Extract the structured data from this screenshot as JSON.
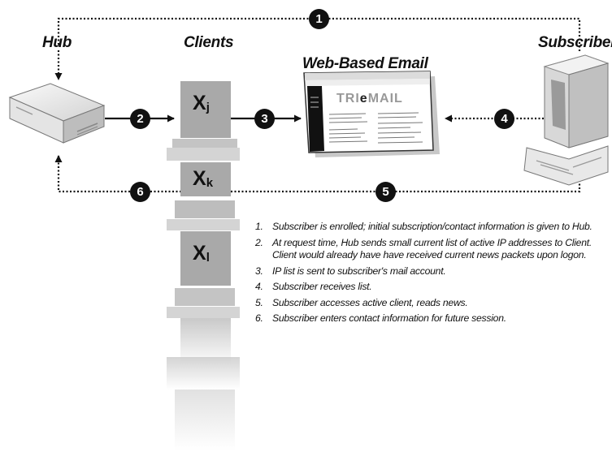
{
  "labels": {
    "hub": "Hub",
    "clients": "Clients",
    "web_email": "Web-Based Email",
    "subscriber": "Subscriber"
  },
  "clients": [
    {
      "base": "X",
      "sub": "j"
    },
    {
      "base": "X",
      "sub": "k"
    },
    {
      "base": "X",
      "sub": "l"
    }
  ],
  "screen": {
    "title_left": "TRI",
    "title_e": "e",
    "title_right": "MAIL"
  },
  "markers": [
    "1",
    "2",
    "3",
    "4",
    "5",
    "6"
  ],
  "steps": [
    {
      "num": "1.",
      "text": "Subscriber is enrolled; initial subscription/contact information is given to Hub."
    },
    {
      "num": "2.",
      "text": "At request time, Hub sends small current list of active IP addresses to Client. Client would already have have received current news packets upon logon."
    },
    {
      "num": "3.",
      "text": "IP list is sent to subscriber's mail account."
    },
    {
      "num": "4.",
      "text": "Subscriber receives list."
    },
    {
      "num": "5.",
      "text": "Subscriber accesses active client, reads news."
    },
    {
      "num": "6.",
      "text": "Subscriber enters contact information for future session."
    }
  ],
  "colors": {
    "ink": "#111111",
    "device_light": "#e9e9e9",
    "device_mid": "#b9b9b9",
    "client_gray": "#a9a9a9"
  }
}
